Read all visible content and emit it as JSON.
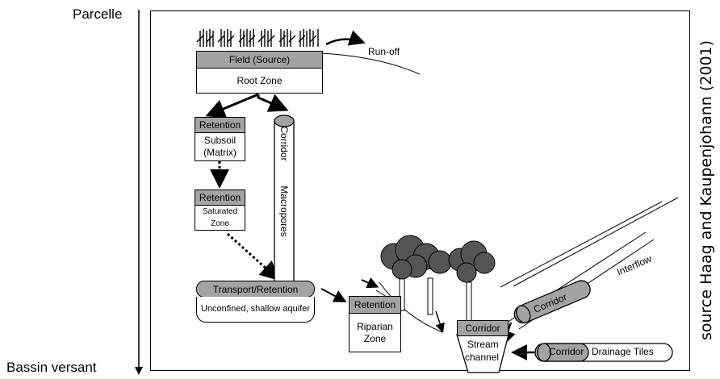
{
  "axis": {
    "top_label": "Parcelle",
    "bottom_label": "Bassin versant"
  },
  "source": "source Haag and Kaupenjohann (2001)",
  "diagram": {
    "runoff": "Run-off",
    "field": {
      "header": "Field (Source)",
      "body": "Root Zone"
    },
    "retention_subsoil": {
      "header": "Retention",
      "line1": "Subsoil",
      "line2": "(Matrix)"
    },
    "retention_saturated": {
      "header": "Retention",
      "body": "Saturated Zone"
    },
    "corridor_macropores": {
      "head": "Corridor",
      "body": "Macropores"
    },
    "transport": {
      "header": "Transport/Retention",
      "body": "Unconfined, shallow aquifer"
    },
    "riparian": {
      "header": "Retention",
      "line1": "Riparian",
      "line2": "Zone"
    },
    "stream": {
      "header": "Corridor",
      "line1": "Stream",
      "line2": "channel"
    },
    "interflow": {
      "corridor": "Corridor",
      "label": "Interflow"
    },
    "drainage": {
      "corridor": "Corridor",
      "label": "Drainage Tiles"
    }
  }
}
